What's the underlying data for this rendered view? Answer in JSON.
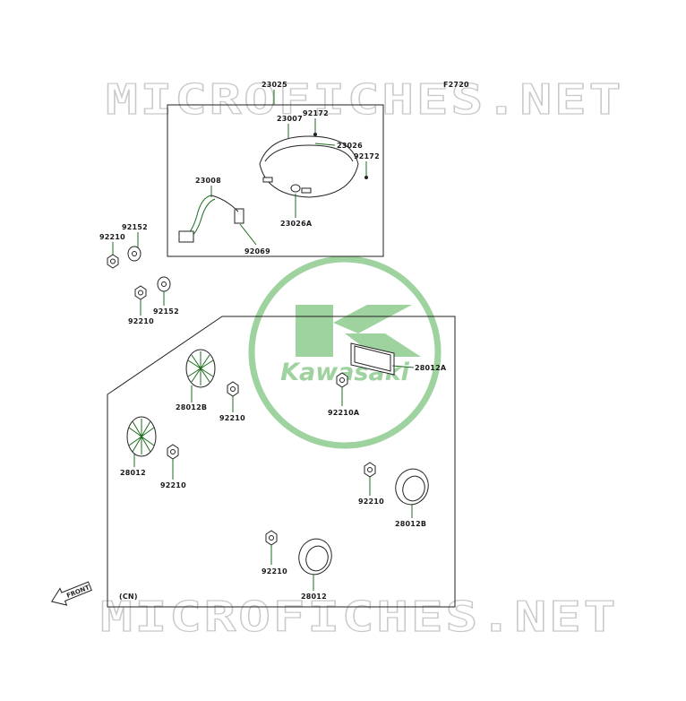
{
  "figure_code": "F2720",
  "watermark_text": "MICROFICHES.NET",
  "logo_text": "Kawasaki",
  "region_label": "(CN)",
  "front_label": "FRONT",
  "colors": {
    "leader": "#1e6b1e",
    "logo": "#9ed29e",
    "watermark": "#c9c9c9"
  },
  "parts": {
    "p23025": "23025",
    "p23007": "23007",
    "p92172a": "92172",
    "p23026": "23026",
    "p92172b": "92172",
    "p23008": "23008",
    "p23026a": "23026A",
    "p92069": "92069",
    "p92152a": "92152",
    "p92210a": "92210",
    "p92152b": "92152",
    "p92210b": "92210",
    "p28012a": "28012A",
    "p92210A": "92210A",
    "p28012b1": "28012B",
    "p92210c": "92210",
    "p28012_1": "28012",
    "p92210d": "92210",
    "p92210e": "92210",
    "p28012b2": "28012B",
    "p92210f": "92210",
    "p28012_2": "28012"
  }
}
